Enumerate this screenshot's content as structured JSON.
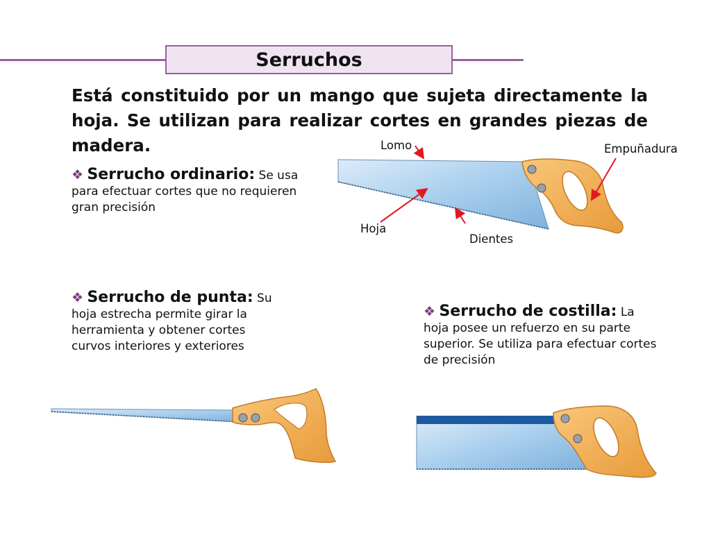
{
  "title": "Serruchos",
  "intro": "Está constituido por un mango que sujeta directamente la hoja. Se utilizan para realizar cortes en grandes piezas de madera.",
  "bullet_symbol": "❖",
  "items": [
    {
      "name": "Serrucho ordinario:",
      "desc": "Se usa para efectuar cortes que no requieren gran precisión"
    },
    {
      "name": "Serrucho de punta:",
      "desc": "Su hoja estrecha permite girar la herramienta y obtener cortes curvos interiores y exteriores"
    },
    {
      "name": "Serrucho de costilla:",
      "desc": "La hoja posee un refuerzo en su parte superior. Se utiliza para efectuar cortes de precisión"
    }
  ],
  "labels": {
    "lomo": "Lomo",
    "empunadura": "Empuñadura",
    "hoja": "Hoja",
    "dientes": "Dientes"
  },
  "colors": {
    "accent": "#9a5f9e",
    "title_fill": "#f0e3f0",
    "blade": "#a9cfee",
    "handle": "#f4b35a",
    "arrow": "#e0191f",
    "spine": "#1e5aa0"
  }
}
